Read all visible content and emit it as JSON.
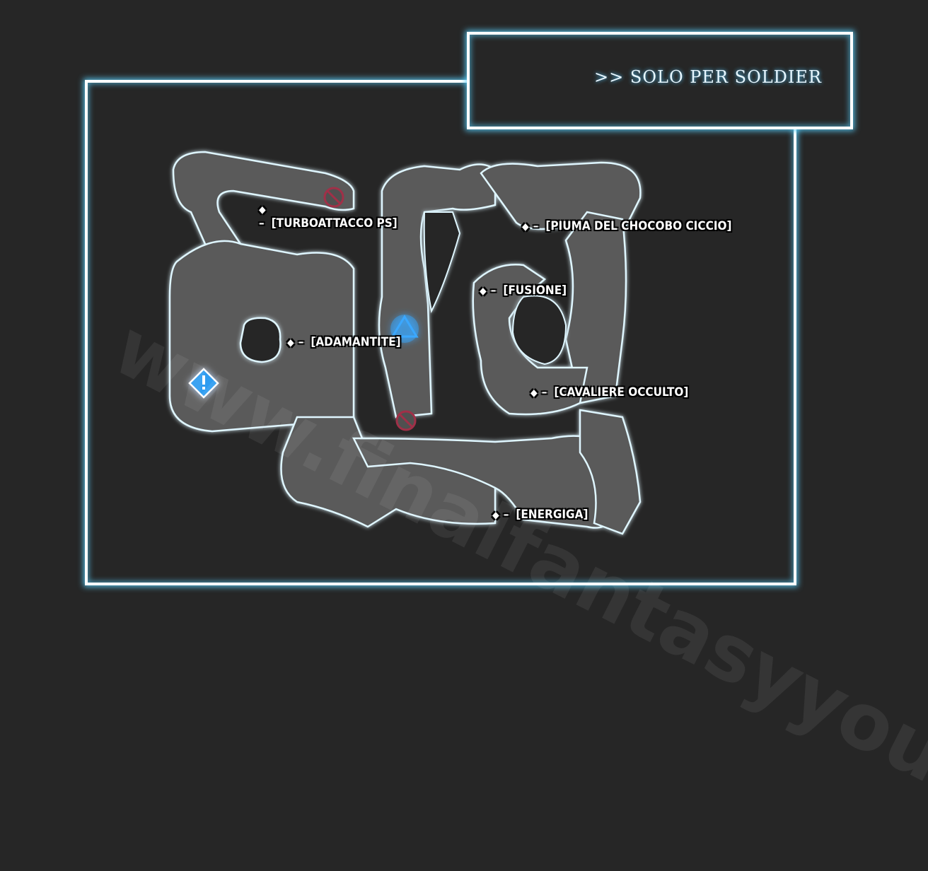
{
  "banner": {
    "text": ">> SOLO PER SOLDIER"
  },
  "watermark": "www.finalfantasyyouff.it",
  "colors": {
    "background": "#262626",
    "floor": "#5a5a5a",
    "glow": "#53c8ff",
    "restricted": "#a03048",
    "player": "#3aa8ff"
  },
  "markers": [
    {
      "name": "player-start",
      "icon": "triangle-icon"
    },
    {
      "name": "event",
      "icon": "exclamation-diamond-icon"
    },
    {
      "name": "restricted-top",
      "icon": "no-entry-icon"
    },
    {
      "name": "restricted-bottom",
      "icon": "no-entry-icon"
    }
  ],
  "items": [
    {
      "label": "[TURBOATTACCO PS]",
      "dash": "–",
      "icon": "diamond-icon"
    },
    {
      "label": "[PIUMA DEL CHOCOBO CICCIO]",
      "dash": "–",
      "icon": "diamond-icon"
    },
    {
      "label": "[FUSIONE]",
      "dash": "–",
      "icon": "diamond-icon"
    },
    {
      "label": "[ADAMANTITE]",
      "dash": "–",
      "icon": "diamond-icon"
    },
    {
      "label": "[CAVALIERE OCCULTO]",
      "dash": "–",
      "icon": "diamond-icon"
    },
    {
      "label": "[ENERGIGA]",
      "dash": "–",
      "icon": "diamond-icon"
    }
  ]
}
